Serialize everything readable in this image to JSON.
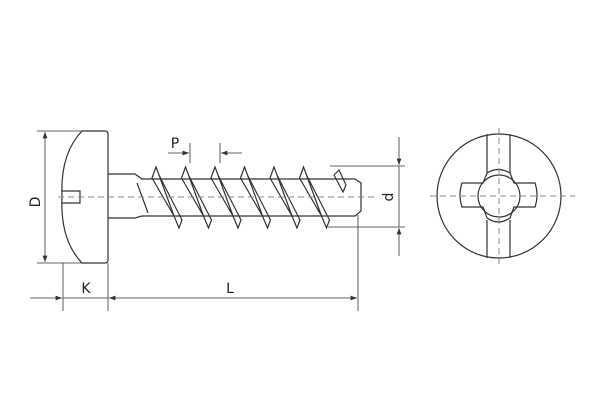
{
  "labels": {
    "head_diameter": "D",
    "head_height": "K",
    "length": "L",
    "pitch": "P",
    "thread_diameter": "d"
  },
  "colors": {
    "line": "#333333",
    "centerline": "#888888"
  }
}
